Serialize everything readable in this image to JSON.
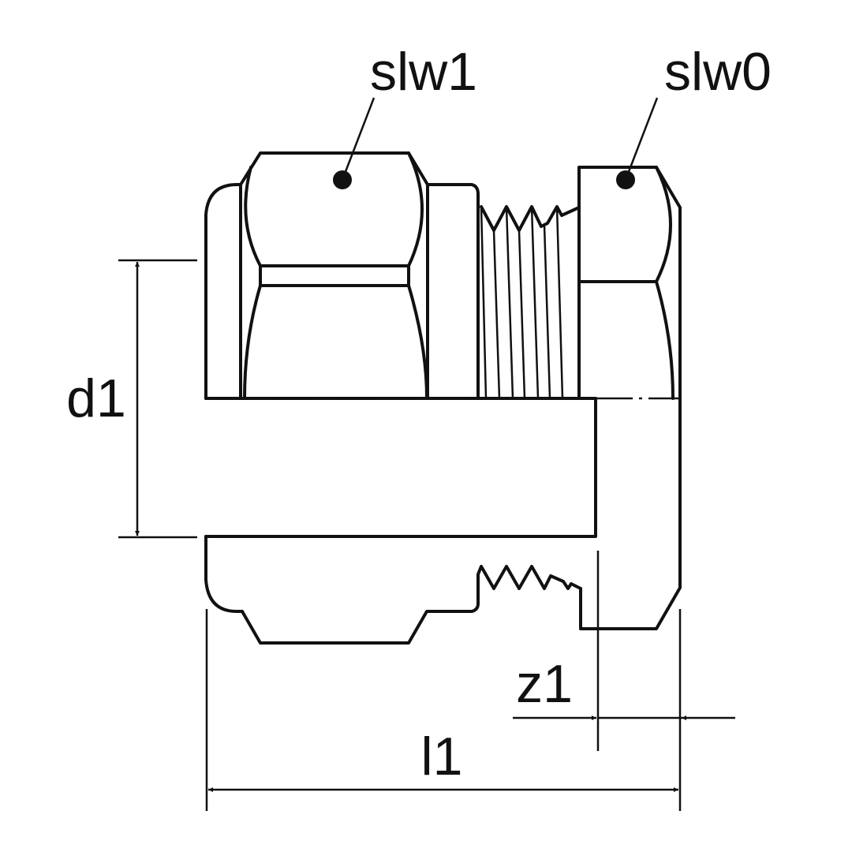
{
  "labels": {
    "slw1": "slw1",
    "slw0": "slw0",
    "d1": "d1",
    "z1": "z1",
    "l1": "l1"
  }
}
